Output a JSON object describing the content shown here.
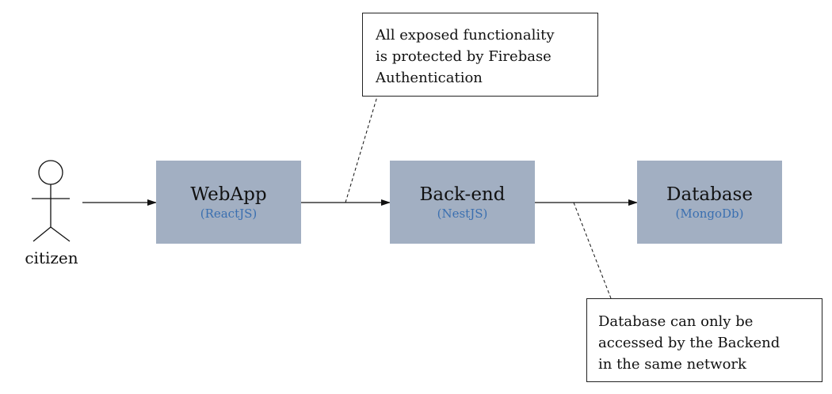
{
  "actor": {
    "label": "citizen"
  },
  "components": [
    {
      "name": "WebApp",
      "tech": "(ReactJS)"
    },
    {
      "name": "Back-end",
      "tech": "(NestJS)"
    },
    {
      "name": "Database",
      "tech": "(MongoDb)"
    }
  ],
  "notes": [
    {
      "lines": [
        "All exposed functionality",
        "is protected by Firebase",
        "Authentication"
      ]
    },
    {
      "lines": [
        "Database can only be",
        "accessed by the Backend",
        "in the same network"
      ]
    }
  ],
  "colors": {
    "box_fill": "#a2afc2",
    "tech_text": "#3a6fb0",
    "line": "#111111"
  }
}
